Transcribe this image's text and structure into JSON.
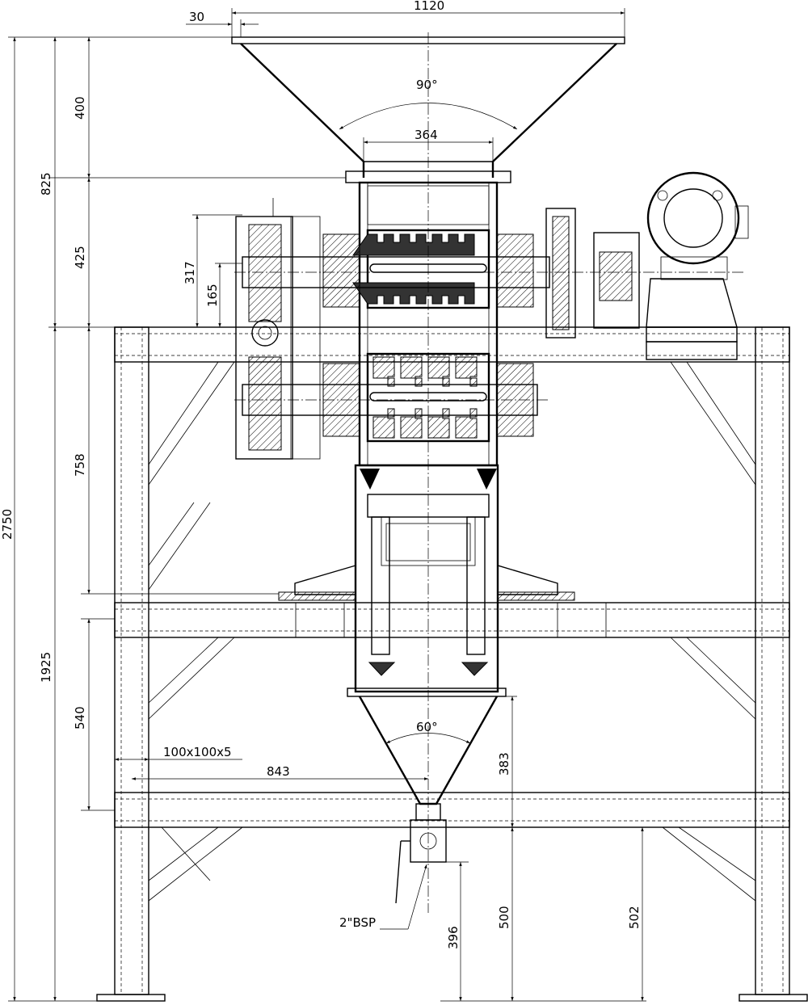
{
  "drawing": {
    "dimensions": {
      "hopper_lip": "30",
      "hopper_width": "1120",
      "hopper_angle": "90°",
      "throat_width": "364",
      "hopper_height": "400",
      "upper_total": "825",
      "upper_section": "425",
      "gear_outer": "317",
      "gear_inner": "165",
      "mid_section": "758",
      "total_height": "2750",
      "lower_total": "1925",
      "lower_section": "540",
      "frame_member": "100x100x5",
      "frame_span": "843",
      "cone_angle": "60°",
      "cone_height": "383",
      "outlet_height": "500",
      "frame_foot": "502",
      "outlet_level": "396",
      "outlet_thread": "2\"BSP"
    }
  }
}
